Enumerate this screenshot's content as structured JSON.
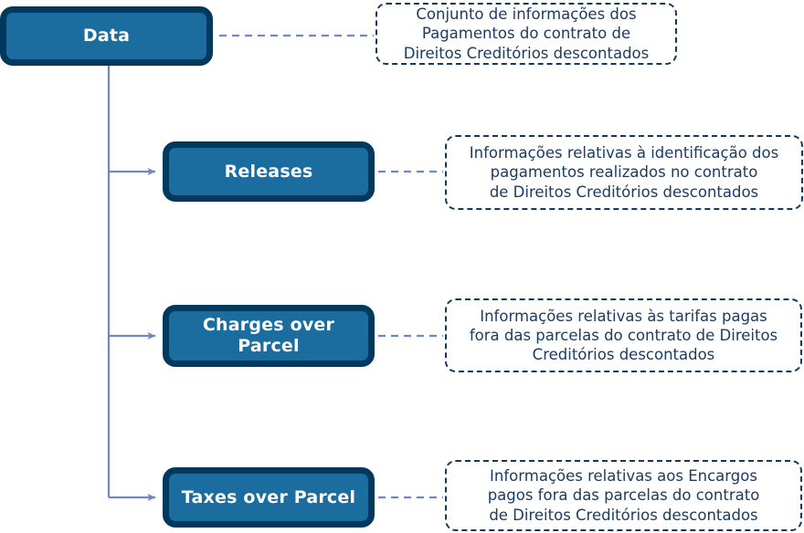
{
  "diagram": {
    "type": "tree-hierarchy",
    "root": {
      "label": "Data",
      "description": "Conjunto de informações dos\nPagamentos do contrato de\nDireitos Creditórios descontados"
    },
    "children": [
      {
        "label": "Releases",
        "description": "Informações relativas à identificação dos\npagamentos realizados no contrato\nde Direitos Creditórios descontados"
      },
      {
        "label": "Charges over Parcel",
        "description": "Informações relativas às tarifas pagas\nfora das parcelas do contrato de Direitos\nCreditórios descontados"
      },
      {
        "label": "Taxes over Parcel",
        "description": "Informações relativas aos Encargos\npagos fora das parcelas do contrato\nde Direitos Creditórios descontados"
      }
    ],
    "colors": {
      "node_fill": "#1a6d9e",
      "node_border": "#00395e",
      "node_text": "#ffffff",
      "desc_border": "#14395e",
      "desc_text": "#1b3c63",
      "connector_solid": "#7089bd",
      "connector_dashed": "#7089bd",
      "background": "#ffffff"
    }
  }
}
